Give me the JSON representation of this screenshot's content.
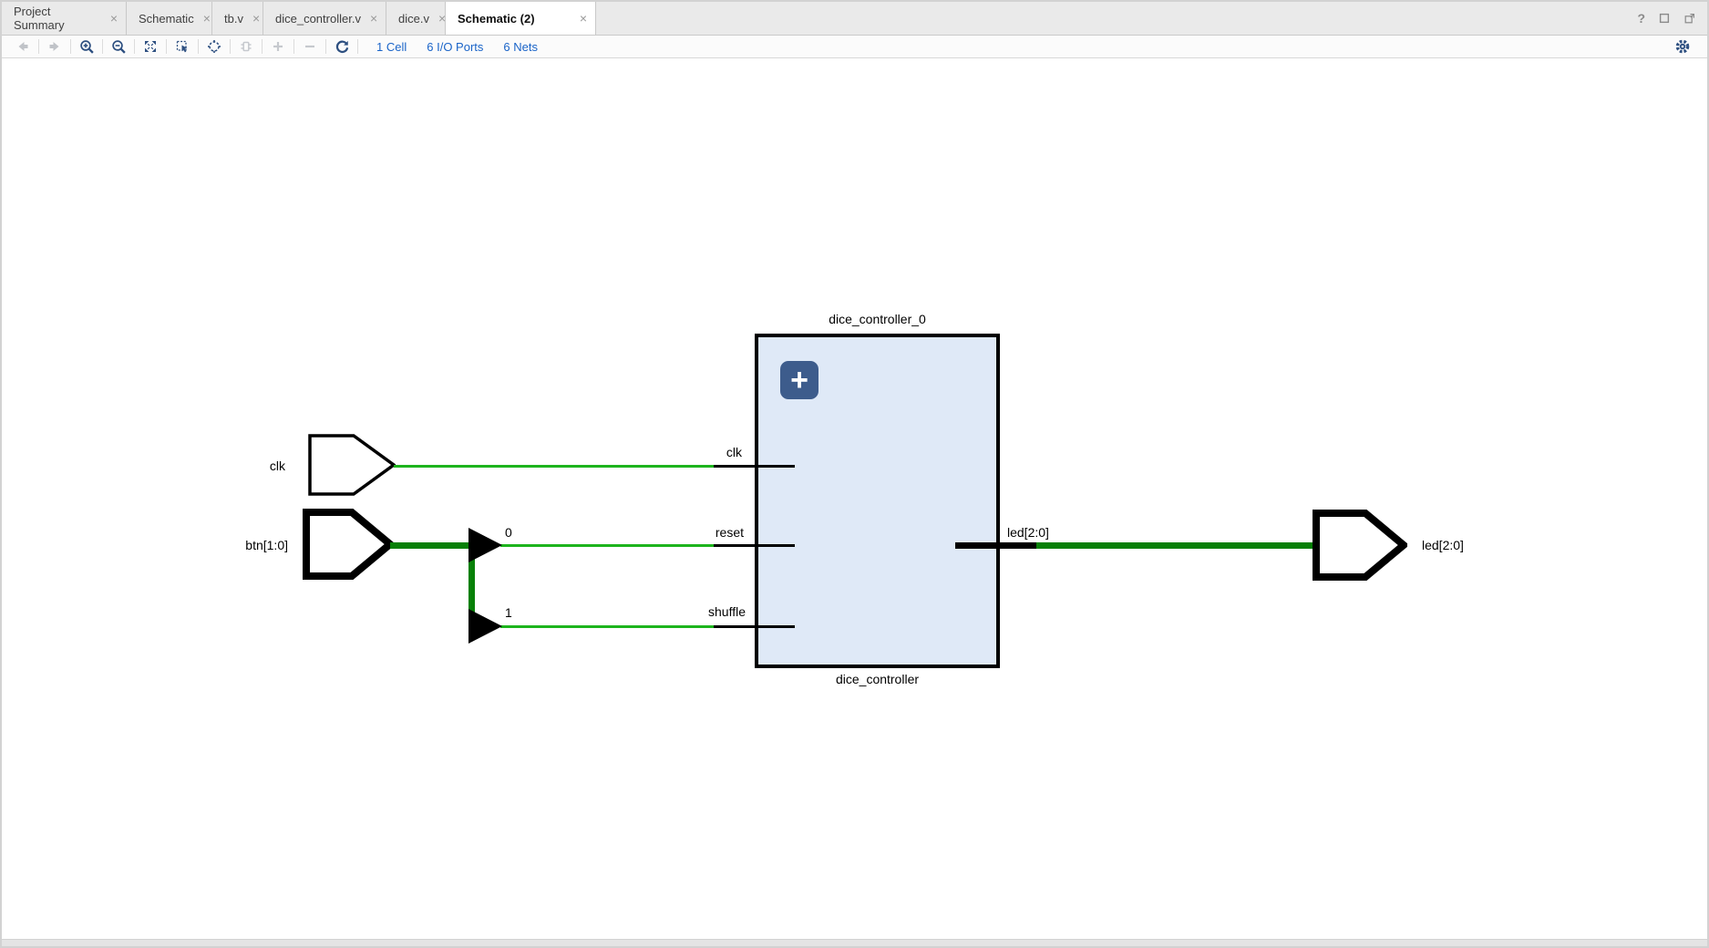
{
  "ui": {
    "close_glyph": "×",
    "help_glyph": "?"
  },
  "tabs": [
    {
      "label": "Project Summary",
      "active": false
    },
    {
      "label": "Schematic",
      "active": false
    },
    {
      "label": "tb.v",
      "active": false
    },
    {
      "label": "dice_controller.v",
      "active": false
    },
    {
      "label": "dice.v",
      "active": false
    },
    {
      "label": "Schematic (2)",
      "active": true
    }
  ],
  "toolbar": {
    "stats": {
      "cells": "1 Cell",
      "io_ports": "6 I/O Ports",
      "nets": "6 Nets"
    }
  },
  "schematic": {
    "instance_name": "dice_controller_0",
    "module_name": "dice_controller",
    "expand_button": "+",
    "input_ports": [
      {
        "name": "clk"
      },
      {
        "name": "btn[1:0]"
      }
    ],
    "output_ports": [
      {
        "name": "led[2:0]"
      }
    ],
    "pins": {
      "clk": "clk",
      "reset": "reset",
      "shuffle": "shuffle",
      "led": "led[2:0]"
    },
    "splitter_indices": [
      "0",
      "1"
    ],
    "colors": {
      "net": "#1db41d",
      "bus": "#078007",
      "block_fill": "#dfe9f7",
      "block_border": "#000000",
      "plus_button": "#3d5c8c",
      "link_blue": "#1a64c8",
      "icon_blue": "#2d4f80"
    }
  }
}
